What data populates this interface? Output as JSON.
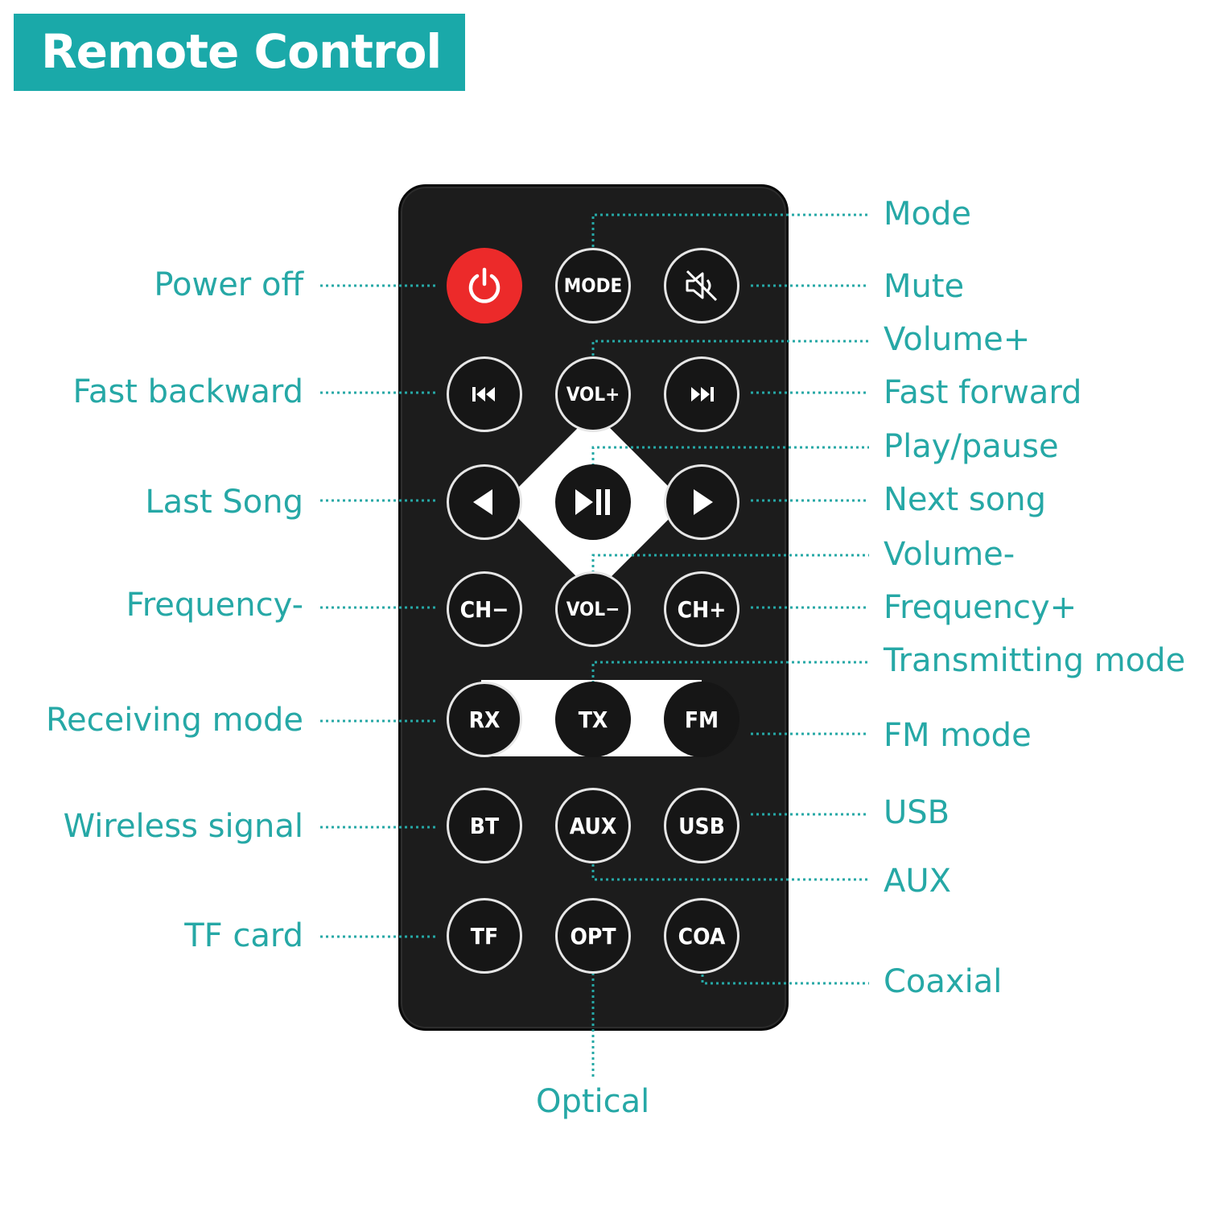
{
  "title": "Remote Control",
  "colors": {
    "accent": "#1aa9a9",
    "label": "#26a8a6",
    "remote": "#1c1c1c",
    "power": "#ec2a2a"
  },
  "buttons": {
    "power": "power-icon",
    "mode": "MODE",
    "mute": "mute-icon",
    "prev": "skip-back-icon",
    "vol_up": "VOL+",
    "next": "skip-forward-icon",
    "last_song": "triangle-left-icon",
    "play_pause": "play-pause-icon",
    "next_song": "triangle-right-icon",
    "ch_minus": "CH−",
    "vol_down": "VOL−",
    "ch_plus": "CH+",
    "rx": "RX",
    "tx": "TX",
    "fm": "FM",
    "bt": "BT",
    "aux": "AUX",
    "usb": "USB",
    "tf": "TF",
    "opt": "OPT",
    "coa": "COA"
  },
  "labels": {
    "power_off": "Power off",
    "fast_backward": "Fast backward",
    "last_song": "Last Song",
    "frequency_minus": "Frequency-",
    "receiving_mode": "Receiving mode",
    "wireless_signal": "Wireless signal",
    "tf_card": "TF card",
    "mode": "Mode",
    "mute": "Mute",
    "volume_plus": "Volume+",
    "fast_forward": "Fast forward",
    "play_pause": "Play/pause",
    "next_song": "Next song",
    "volume_minus": "Volume-",
    "frequency_plus": "Frequency+",
    "transmitting_mode": "Transmitting mode",
    "fm_mode": "FM mode",
    "usb": "USB",
    "aux": "AUX",
    "coaxial": "Coaxial",
    "optical": "Optical"
  }
}
